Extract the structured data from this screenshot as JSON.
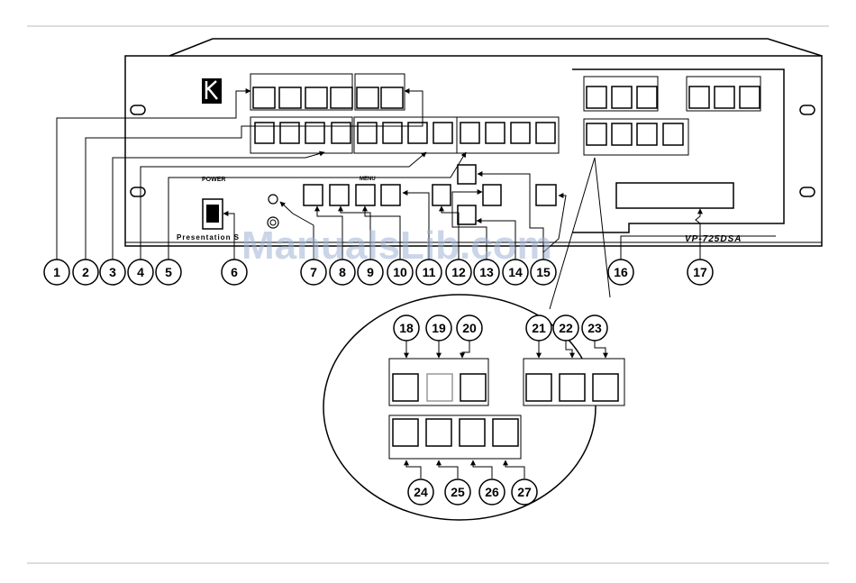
{
  "labels": {
    "power": "POWER",
    "menu": "MENU",
    "model": "VP-725DSA",
    "brand_strip": "Presentation S",
    "watermark": "ManualsLib.com"
  },
  "callouts": [
    "1",
    "2",
    "3",
    "4",
    "5",
    "6",
    "7",
    "8",
    "9",
    "10",
    "11",
    "12",
    "13",
    "14",
    "15",
    "16",
    "17"
  ],
  "detail_callouts": [
    "18",
    "19",
    "20",
    "21",
    "22",
    "23",
    "24",
    "25",
    "26",
    "27"
  ]
}
